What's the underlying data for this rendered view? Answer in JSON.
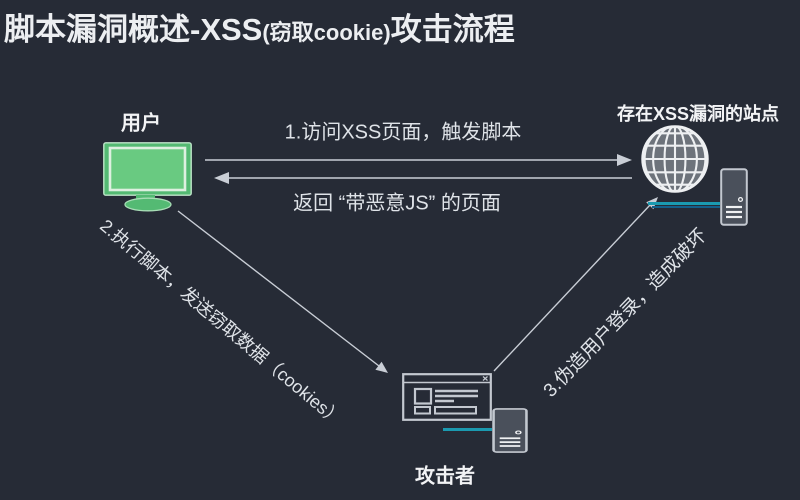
{
  "title": {
    "part1": "脚本漏洞概述-XSS",
    "part2": "(窃取cookie)",
    "part3": "攻击流程"
  },
  "nodes": {
    "user": {
      "label": "用户"
    },
    "site": {
      "label": "存在XSS漏洞的站点"
    },
    "attacker": {
      "label": "攻击者"
    }
  },
  "edges": {
    "visit": {
      "label": "1.访问XSS页面，触发脚本"
    },
    "return": {
      "label": "返回 “带恶意JS” 的页面"
    },
    "steal": {
      "label": "2.执行脚本，发送窃取数据（cookies）"
    },
    "forge": {
      "label": "3.伪造用户登录，造成破坏"
    }
  },
  "icons": {
    "user": "monitor-icon",
    "site": [
      "globe-icon",
      "server-icon"
    ],
    "attacker": [
      "browser-window-icon",
      "server-icon"
    ]
  },
  "colors": {
    "background": "#262b36",
    "text": "#f2f3f5",
    "arrow": "#c9ced6",
    "monitor_green": "#54ba73",
    "screen_green": "#69ca81",
    "teal_link": "#1b9ab0",
    "teal_link_dark": "#14608a",
    "icon_fill": "#4a505b",
    "icon_stroke": "#c3c8d0"
  }
}
